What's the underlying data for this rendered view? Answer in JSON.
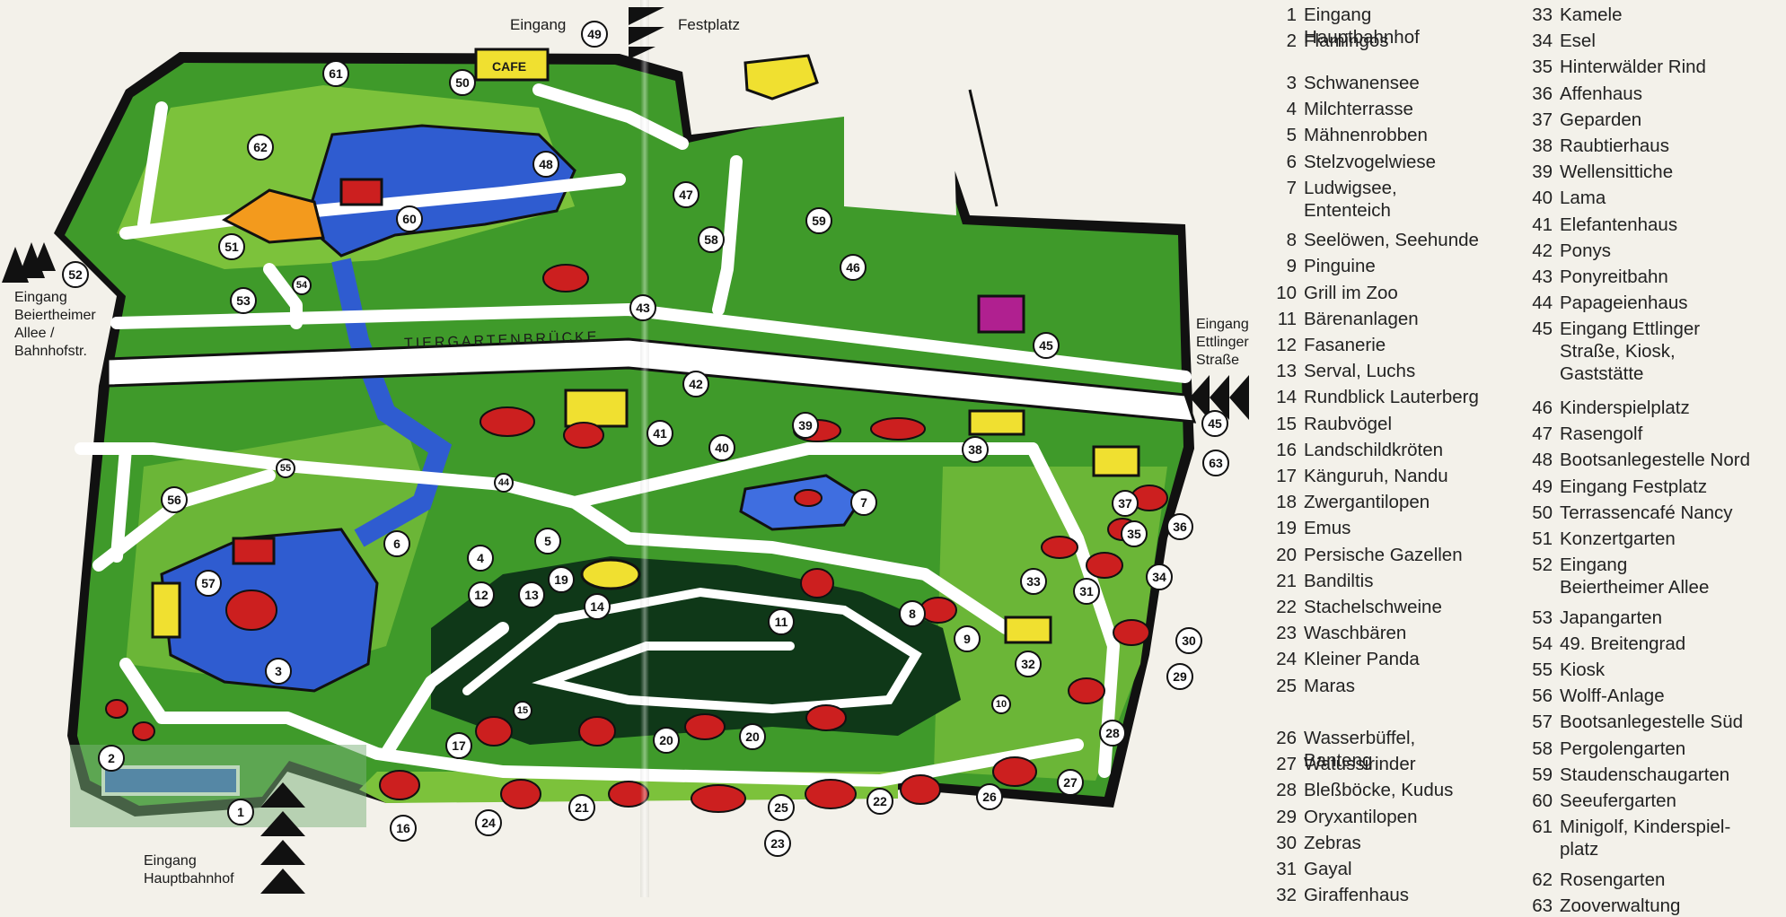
{
  "map": {
    "bridge_label": "TIERGARTENBRÜCKE",
    "cafe_sign": "CAFE",
    "entrances": {
      "top_left": "Eingang",
      "top_right": "Festplatz",
      "left": "Eingang\nBeiertheimer\nAllee /\nBahnhofstr.",
      "right": "Eingang\nEttlinger\nStraße",
      "bottom": "Eingang\nHauptbahnhof"
    },
    "markers": [
      "1",
      "2",
      "3",
      "4",
      "5",
      "6",
      "7",
      "8",
      "9",
      "10",
      "11",
      "12",
      "13",
      "14",
      "15",
      "16",
      "17",
      "19",
      "20",
      "20",
      "21",
      "22",
      "23",
      "24",
      "25",
      "26",
      "27",
      "28",
      "29",
      "30",
      "31",
      "32",
      "33",
      "34",
      "35",
      "36",
      "37",
      "38",
      "39",
      "40",
      "41",
      "42",
      "43",
      "44",
      "45",
      "45",
      "46",
      "47",
      "48",
      "49",
      "50",
      "51",
      "52",
      "53",
      "54",
      "55",
      "56",
      "57",
      "58",
      "59",
      "60",
      "61",
      "62",
      "63"
    ],
    "colors": {
      "grass": "#3f9a2a",
      "grass_light": "#7cc23b",
      "hill": "#0f3818",
      "water": "#2f5cd0",
      "path": "#ffffff",
      "animal": "#cc1f1f",
      "building": "#f0e030"
    }
  },
  "legend": {
    "left": [
      {
        "n": "1",
        "label": "Eingang\nHauptbahnhof"
      },
      {
        "n": "2",
        "label": "Flamingos"
      },
      {
        "n": "3",
        "label": "Schwanensee"
      },
      {
        "n": "4",
        "label": "Milchterrasse"
      },
      {
        "n": "5",
        "label": "Mähnenrobben"
      },
      {
        "n": "6",
        "label": "Stelzvogelwiese"
      },
      {
        "n": "7",
        "label": "Ludwigsee,\nEntenteich"
      },
      {
        "n": "8",
        "label": "Seelöwen, Seehunde"
      },
      {
        "n": "9",
        "label": "Pinguine"
      },
      {
        "n": "10",
        "label": "Grill im Zoo"
      },
      {
        "n": "11",
        "label": "Bärenanlagen"
      },
      {
        "n": "12",
        "label": "Fasanerie"
      },
      {
        "n": "13",
        "label": "Serval, Luchs"
      },
      {
        "n": "14",
        "label": "Rundblick Lauterberg"
      },
      {
        "n": "15",
        "label": "Raubvögel"
      },
      {
        "n": "16",
        "label": "Landschildkröten"
      },
      {
        "n": "17",
        "label": "Känguruh, Nandu"
      },
      {
        "n": "18",
        "label": "Zwergantilopen"
      },
      {
        "n": "19",
        "label": "Emus"
      },
      {
        "n": "20",
        "label": "Persische Gazellen"
      },
      {
        "n": "21",
        "label": "Bandiltis"
      },
      {
        "n": "22",
        "label": "Stachelschweine"
      },
      {
        "n": "23",
        "label": "Waschbären"
      },
      {
        "n": "24",
        "label": "Kleiner Panda"
      },
      {
        "n": "25",
        "label": "Maras"
      },
      {
        "n": "26",
        "label": "Wasserbüffel,\nBanteng"
      },
      {
        "n": "27",
        "label": "Watussirinder"
      },
      {
        "n": "28",
        "label": "Bleßböcke, Kudus"
      },
      {
        "n": "29",
        "label": "Oryxantilopen"
      },
      {
        "n": "30",
        "label": "Zebras"
      },
      {
        "n": "31",
        "label": "Gayal"
      },
      {
        "n": "32",
        "label": "Giraffenhaus"
      }
    ],
    "right": [
      {
        "n": "33",
        "label": "Kamele"
      },
      {
        "n": "34",
        "label": "Esel"
      },
      {
        "n": "35",
        "label": "Hinterwälder Rind"
      },
      {
        "n": "36",
        "label": "Affenhaus"
      },
      {
        "n": "37",
        "label": "Geparden"
      },
      {
        "n": "38",
        "label": "Raubtierhaus"
      },
      {
        "n": "39",
        "label": "Wellensittiche"
      },
      {
        "n": "40",
        "label": "Lama"
      },
      {
        "n": "41",
        "label": "Elefantenhaus"
      },
      {
        "n": "42",
        "label": "Ponys"
      },
      {
        "n": "43",
        "label": "Ponyreitbahn"
      },
      {
        "n": "44",
        "label": "Papageienhaus"
      },
      {
        "n": "45",
        "label": "Eingang Ettlinger\nStraße, Kiosk,\nGaststätte"
      },
      {
        "n": "46",
        "label": "Kinderspielplatz"
      },
      {
        "n": "47",
        "label": "Rasengolf"
      },
      {
        "n": "48",
        "label": "Bootsanlegestelle Nord"
      },
      {
        "n": "49",
        "label": "Eingang Festplatz"
      },
      {
        "n": "50",
        "label": "Terrassencafé Nancy"
      },
      {
        "n": "51",
        "label": "Konzertgarten"
      },
      {
        "n": "52",
        "label": "Eingang\nBeiertheimer Allee"
      },
      {
        "n": "53",
        "label": "Japangarten"
      },
      {
        "n": "54",
        "label": "49. Breitengrad"
      },
      {
        "n": "55",
        "label": "Kiosk"
      },
      {
        "n": "56",
        "label": "Wolff-Anlage"
      },
      {
        "n": "57",
        "label": "Bootsanlegestelle Süd"
      },
      {
        "n": "58",
        "label": "Pergolengarten"
      },
      {
        "n": "59",
        "label": "Staudenschaugarten"
      },
      {
        "n": "60",
        "label": "Seeufergarten"
      },
      {
        "n": "61",
        "label": "Minigolf, Kinderspiel-\nplatz"
      },
      {
        "n": "62",
        "label": "Rosengarten"
      },
      {
        "n": "63",
        "label": "Zooverwaltung"
      }
    ]
  }
}
